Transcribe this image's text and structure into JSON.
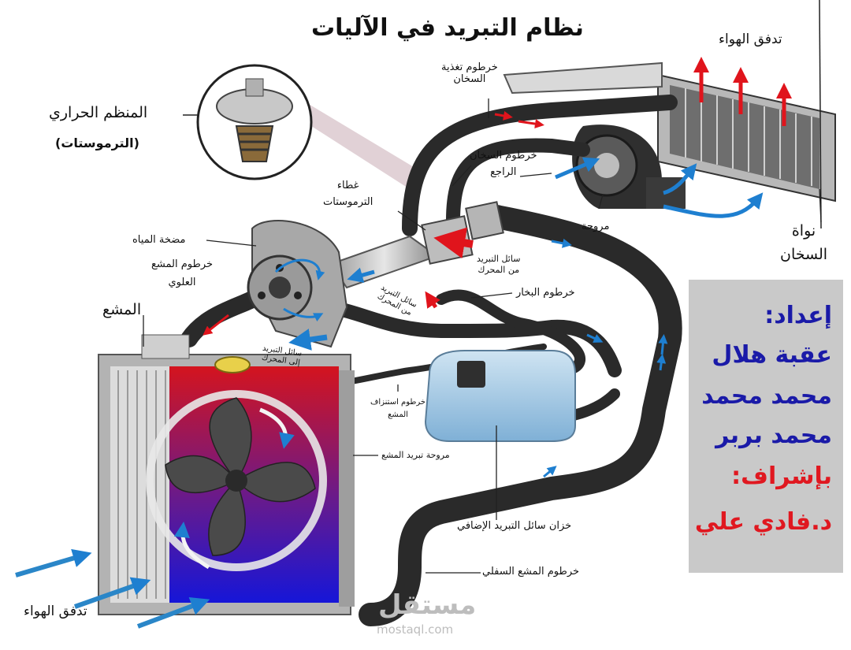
{
  "title": "نظام التبريد في الآليات",
  "labels": {
    "thermostat": "المنظم الحراري",
    "thermostat_alt": "(الترموستات)",
    "heater_feed_hose_1": "خرطوم تغذية",
    "heater_feed_hose_2": "السخان",
    "heater_return_hose_1": "خرطوم السخان",
    "heater_return_hose_2": "الراجع",
    "thermostat_cover_1": "غطاء",
    "thermostat_cover_2": "الترموستات",
    "water_pump": "مضخة المياه",
    "upper_hose_1": "خرطوم المشع",
    "upper_hose_2": "العلوي",
    "radiator": "المشع",
    "coolant_from_engine_1": "سائل التبريد",
    "coolant_from_engine_2": "من المحرك",
    "coolant_from_engine_small_1": "سائل التبريد",
    "coolant_from_engine_small_2": "من المحرك",
    "coolant_to_engine_1": "سائل التبريد",
    "coolant_to_engine_2": "إلى المحرك",
    "steam_hose": "خرطوم البخار",
    "overflow_hose_1": "خرطوم استنزاف",
    "overflow_hose_2": "المشع",
    "radiator_fan": "مروحة تبريد المشع",
    "reservoir": "خزان سائل التبريد الإضافي",
    "lower_hose": "خرطوم المشع السفلي",
    "airflow_bottom": "تدفق الهواء",
    "airflow_top": "تدفق الهواء",
    "fan": "مروحة",
    "heater_core_1": "نواة",
    "heater_core_2": "السخان"
  },
  "credits": {
    "prepared_by": "إعداد:",
    "name_1": "عقبة هلال",
    "name_2": "محمد محمد",
    "name_3": "محمد بربر",
    "supervised_by": "بإشراف:",
    "supervisor": "د.فادي علي"
  },
  "watermark": {
    "brand": "مستقل",
    "url": "mostaql.com"
  },
  "colors": {
    "hose": "#2a2a2a",
    "hot_arrow": "#e0141c",
    "cold_arrow": "#1e7fd0",
    "panel_bg": "#c9c9c9",
    "panel_blue": "#1a1aa8",
    "panel_red": "#e01820"
  }
}
